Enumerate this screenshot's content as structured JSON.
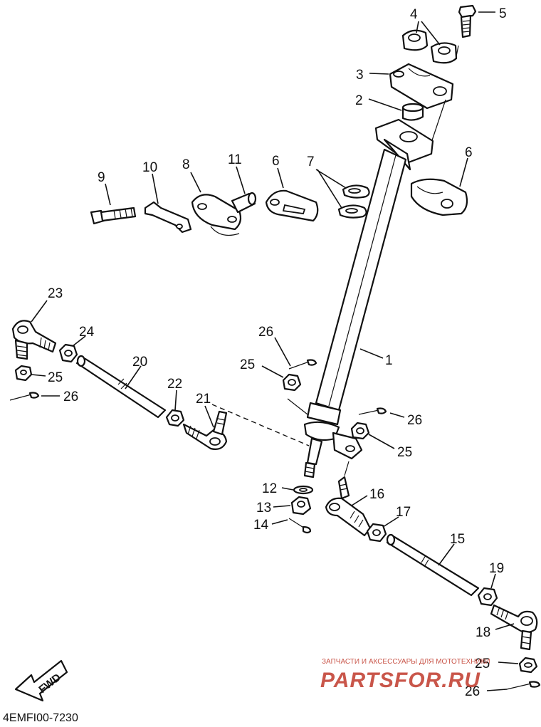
{
  "diagram": {
    "code": "4EMFI00-7230",
    "fwd_label": "FWD",
    "watermark": {
      "caption": "ЗАПЧАСТИ И АКСЕССУАРЫ ДЛЯ МОТОТЕХНИКИ",
      "logo": "PARTSFOR.RU",
      "color": "#c0392b"
    },
    "callouts": {
      "c1": "1",
      "c2": "2",
      "c3": "3",
      "c4": "4",
      "c5": "5",
      "c6a": "6",
      "c6b": "6",
      "c7": "7",
      "c8": "8",
      "c9": "9",
      "c10": "10",
      "c11": "11",
      "c12": "12",
      "c13": "13",
      "c14": "14",
      "c15": "15",
      "c16": "16",
      "c17": "17",
      "c18": "18",
      "c19": "19",
      "c20": "20",
      "c21": "21",
      "c22": "22",
      "c23": "23",
      "c24": "24",
      "c25a": "25",
      "c25b": "25",
      "c25c": "25",
      "c25d": "25",
      "c26a": "26",
      "c26b": "26",
      "c26c": "26",
      "c26d": "26"
    }
  }
}
